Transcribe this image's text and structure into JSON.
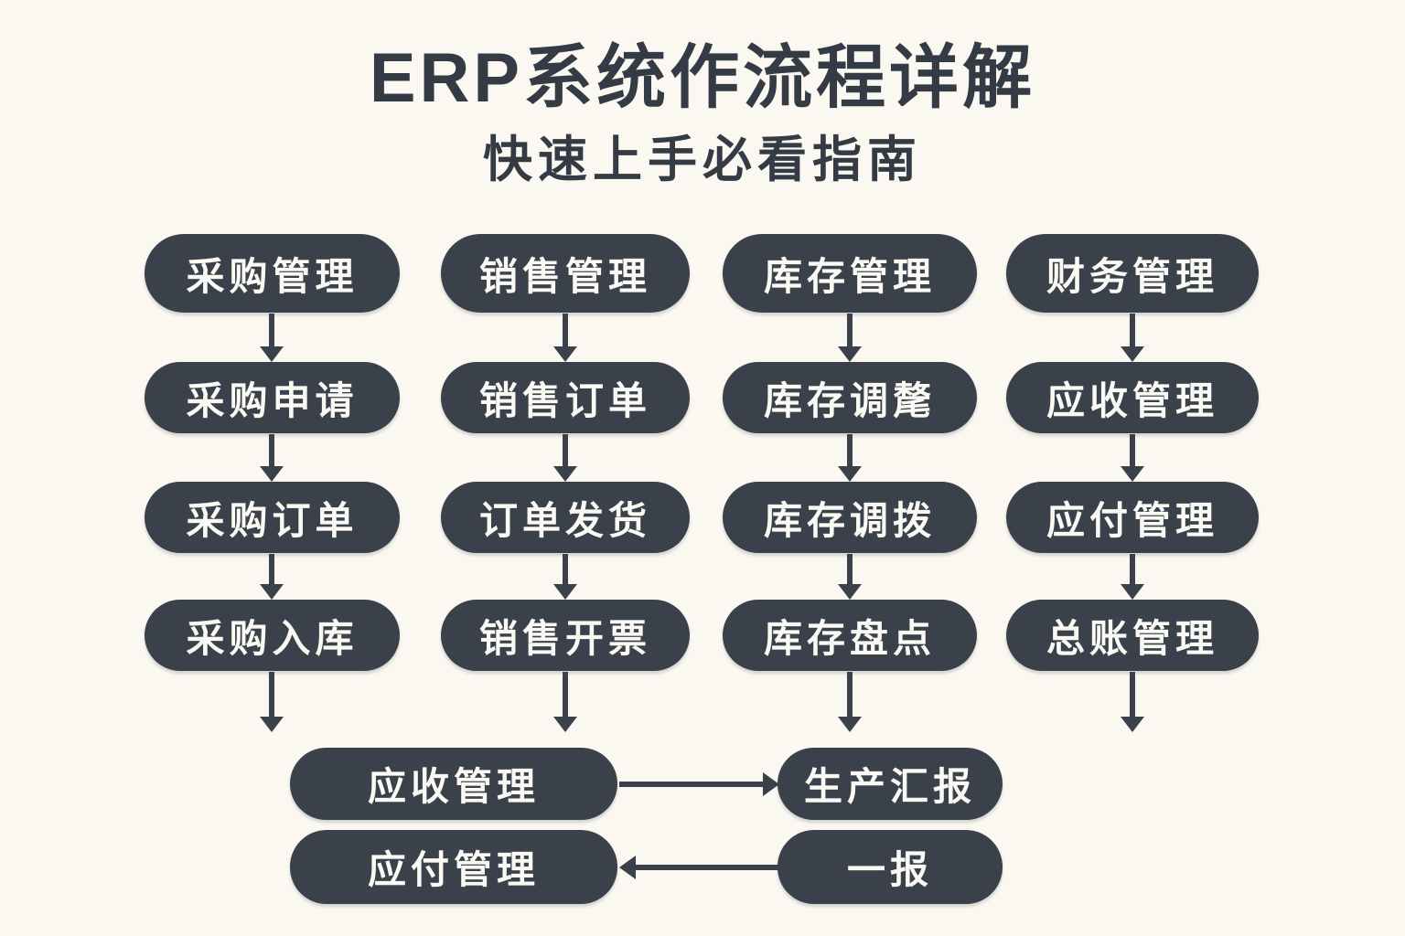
{
  "header": {
    "title": "ERP系统作流程详解",
    "subtitle": "快速上手必看指南"
  },
  "colors": {
    "background": "#faf8f0",
    "node_fill": "#3a414b",
    "node_text": "#faf9f4",
    "arrow": "#3a414b",
    "title_text": "#343b45"
  },
  "columns": [
    {
      "steps": [
        "采购管理",
        "采购申请",
        "采购订单",
        "采购入库"
      ]
    },
    {
      "steps": [
        "销售管理",
        "销售订单",
        "订单发货",
        "销售开票"
      ]
    },
    {
      "steps": [
        "库存管理",
        "库存调氂",
        "库存调拨",
        "库存盘点"
      ]
    },
    {
      "steps": [
        "财务管理",
        "应收管理",
        "应付管理",
        "总账管理"
      ]
    }
  ],
  "bottom": {
    "receivable": "应收管理",
    "production_report": "生产汇报",
    "payable": "应付管理",
    "report": "一报"
  },
  "edges": {
    "column_flow": "top-to-bottom",
    "bottom_right_arrow": {
      "from": "应收管理",
      "to": "生产汇报"
    },
    "bottom_left_arrow": {
      "from": "一报",
      "to": "应付管理"
    }
  }
}
